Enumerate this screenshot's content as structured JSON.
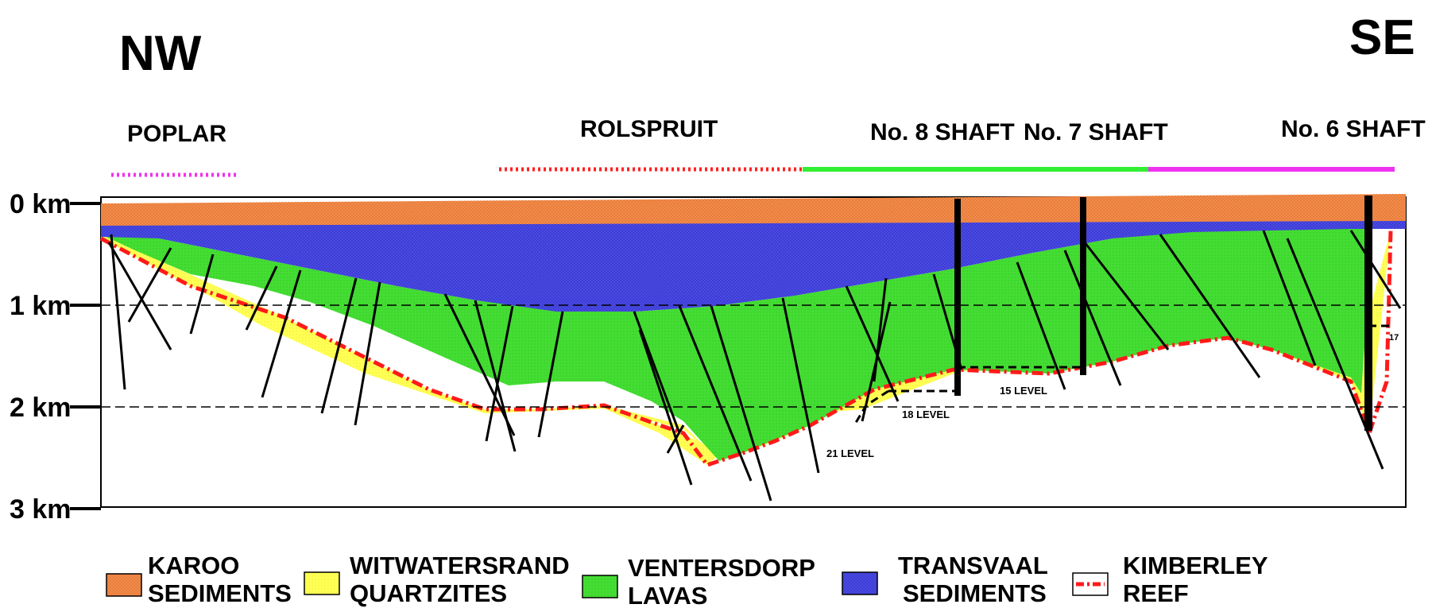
{
  "directions": {
    "left": "NW",
    "right": "SE"
  },
  "localities": {
    "poplar": "POPLAR",
    "rolspruit": "ROLSPRUIT",
    "shaft8": "No. 8 SHAFT",
    "shaft7": "No. 7 SHAFT",
    "shaft6": "No. 6 SHAFT"
  },
  "depth_labels": [
    "0 km",
    "1 km",
    "2 km",
    "3 km"
  ],
  "level_labels": {
    "l15": "15 LEVEL",
    "l18": "18 LEVEL",
    "l21": "21 LEVEL",
    "l17": "17"
  },
  "legend": [
    {
      "line1": "KAROO",
      "line2": "SEDIMENTS",
      "color": "#f28c4a"
    },
    {
      "line1": "WITWATERSRAND",
      "line2": "QUARTZITES",
      "color": "#ffff55"
    },
    {
      "line1": "VENTERSDORP",
      "line2": "LAVAS",
      "color": "#44dd33"
    },
    {
      "line1": "TRANSVAAL",
      "line2": "SEDIMENTS",
      "color": "#4a4ae6"
    },
    {
      "line1": "KIMBERLEY",
      "line2": "REEF",
      "color": "#ff1a1a"
    }
  ],
  "colors": {
    "karoo": "#f28c4a",
    "witwatersrand": "#ffff55",
    "ventersdorp": "#44dd33",
    "transvaal": "#4a4ae6",
    "reef": "#ff1a1a",
    "surface_green": "#33ee33",
    "surface_magenta": "#ee33ee"
  }
}
